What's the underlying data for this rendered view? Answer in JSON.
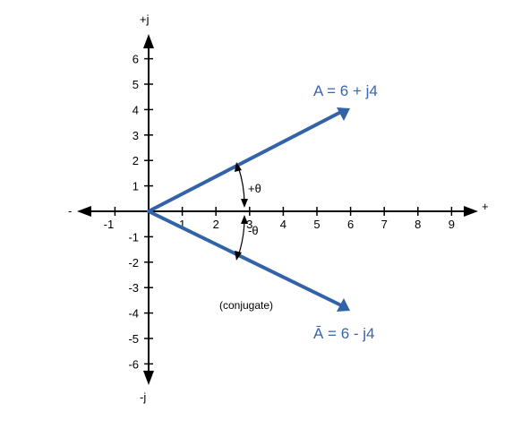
{
  "axes": {
    "x_pos_label": "+",
    "x_neg_label": "-",
    "y_pos_label": "+j",
    "y_neg_label": "-j",
    "x_ticks": [
      -1,
      1,
      2,
      3,
      4,
      5,
      6,
      7,
      8,
      9
    ],
    "x_tick_labels": [
      "-1",
      "1",
      "2",
      "3",
      "4",
      "5",
      "6",
      "7",
      "8",
      "9"
    ],
    "y_ticks": [
      6,
      5,
      4,
      3,
      2,
      1,
      -1,
      -2,
      -3,
      -4,
      -5,
      -6
    ],
    "y_tick_labels": [
      "6",
      "5",
      "4",
      "3",
      "2",
      "1",
      "-1",
      "-2",
      "-3",
      "-4",
      "-5",
      "-6"
    ]
  },
  "vectors": [
    {
      "id": "A",
      "x": 6,
      "y": 4,
      "label": "A = 6 + j4"
    },
    {
      "id": "A-conj",
      "x": 6,
      "y": -4,
      "label": "Ā = 6 - j4"
    }
  ],
  "angles": {
    "upper": "+θ",
    "lower": "-θ"
  },
  "note": "(conjugate)",
  "colors": {
    "vector": "#3263a8",
    "axis": "#000000",
    "label": "#3a64ad"
  }
}
